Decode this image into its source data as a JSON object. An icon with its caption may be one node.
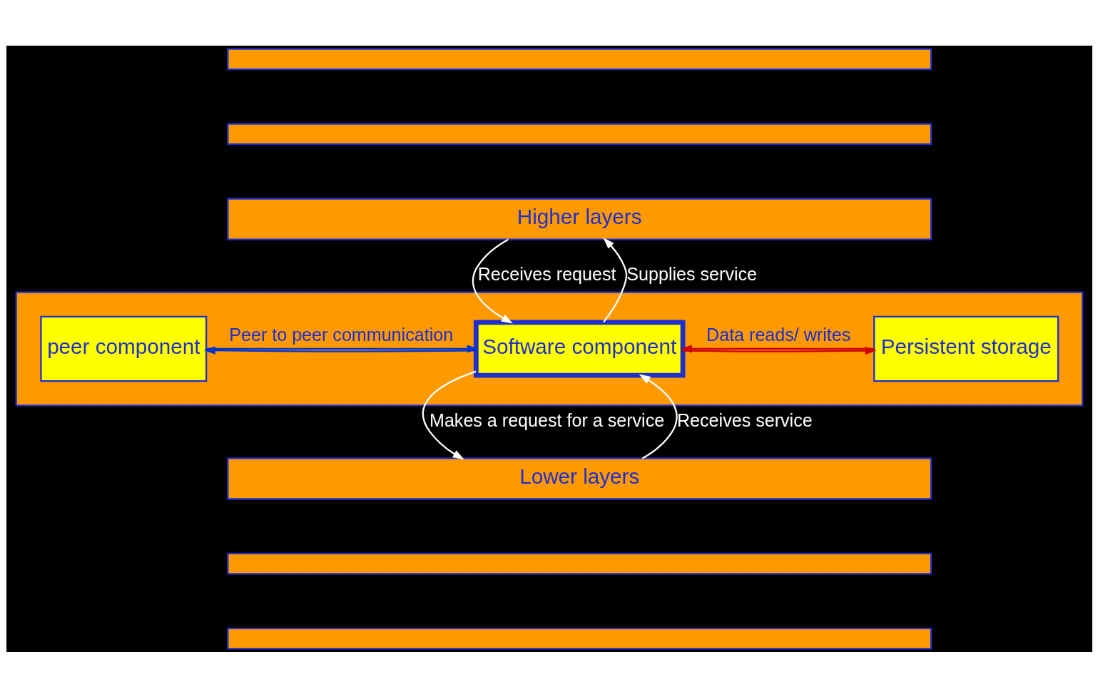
{
  "diagram": {
    "nodes": [
      {
        "text": [],
        "shape": "box"
      },
      {
        "text": [],
        "shape": "box"
      },
      {
        "text": [
          "Higher layers"
        ]
      },
      {
        "text": [],
        "shape": "box"
      },
      {
        "text": [
          "Persistent storage"
        ],
        "in": 3
      },
      {
        "text": [
          "Software component"
        ],
        "in": 3
      },
      {
        "text": [
          "peer component"
        ],
        "in": 3
      },
      {
        "text": [
          "Lower layers"
        ]
      },
      {
        "text": [],
        "shape": "box"
      },
      {
        "text": [],
        "shape": "box"
      }
    ],
    "edges": [
      {
        "from": 2,
        "to": 5,
        "arrow": "to",
        "label": "Receives request"
      },
      {
        "from": 5,
        "to": 2,
        "arrow": "to",
        "label": "Supplies service"
      },
      {
        "from": 4,
        "to": 5,
        "arrow": "to",
        "label": "Data reads/ writes",
        "color": "#cc0000"
      },
      {
        "from": 5,
        "to": 4,
        "arrow": "to",
        "color": "#cc0000"
      },
      {
        "from": 6,
        "to": 5,
        "arrow": "to",
        "label": "Peer to peer communication",
        "color": "#0033cc"
      },
      {
        "from": 5,
        "to": 6,
        "arrow": "to",
        "color": "#0033cc"
      },
      {
        "from": 5,
        "to": 7,
        "arrow": "to",
        "label": "Makes a request for a service"
      },
      {
        "from": 7,
        "to": 5,
        "arrow": "to",
        "label": "Receives service"
      }
    ]
  }
}
